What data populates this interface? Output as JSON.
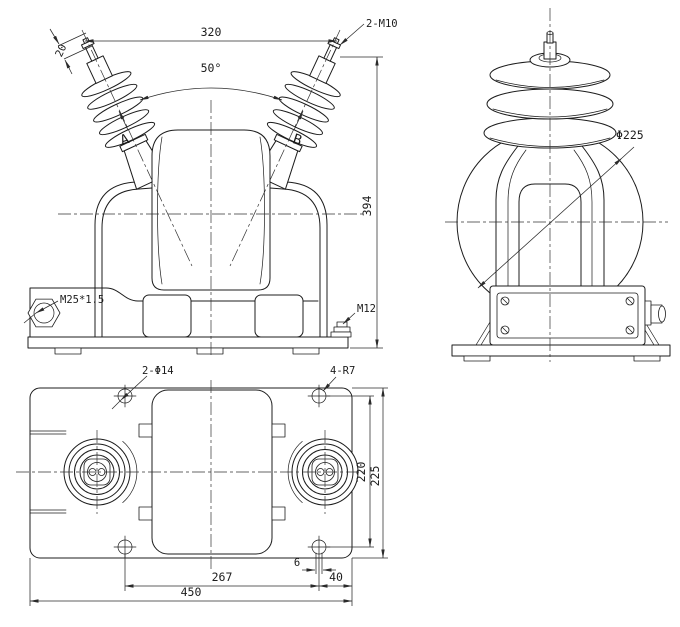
{
  "drawing": {
    "front_view": {
      "dim_terminal_spacing": "320",
      "dim_angle": "50°",
      "dim_terminal_pad": "20",
      "label_terminal_thread": "2-M10",
      "dim_height": "394",
      "label_cable_gland": "M25*1.5",
      "label_earth_bolt": "M12",
      "terminal_a": "A",
      "terminal_b": "B"
    },
    "side_view": {
      "dim_tank_diameter": "Φ225"
    },
    "plan_view": {
      "label_mount_holes": "2-Φ14",
      "label_corner_slots": "4-R7",
      "dim_hole_spacing_y": "220",
      "dim_plate_depth": "225",
      "dim_hole_spacing_x": "267",
      "dim_plate_width": "450",
      "dim_slot_width": "6",
      "dim_hole_to_edge": "40"
    }
  }
}
